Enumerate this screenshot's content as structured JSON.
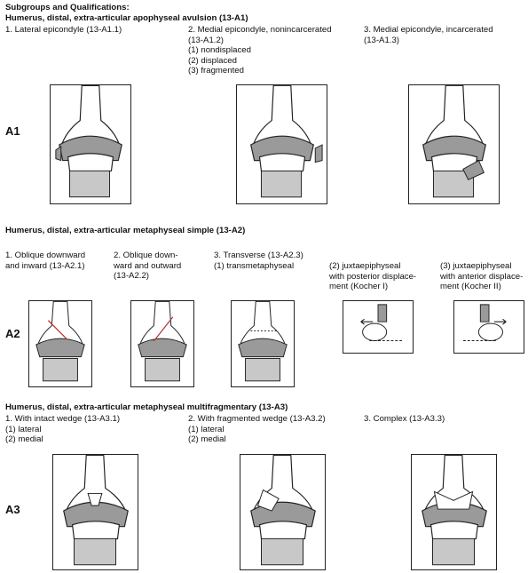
{
  "header": {
    "title": "Subgroups and Qualifications:",
    "a1_heading": "Humerus, distal, extra-articular apophyseal avulsion (13-A1)"
  },
  "a1": {
    "row_label": "A1",
    "items": [
      {
        "lines": [
          "1. Lateral epicondyle (13-A1.1)"
        ]
      },
      {
        "lines": [
          "2. Medial epicondyle, nonincarcerated",
          "(13-A1.2)",
          "(1) nondisplaced",
          "(2) displaced",
          "(3) fragmented"
        ]
      },
      {
        "lines": [
          "3. Medial epicondyle, incarcerated",
          "(13-A1.3)"
        ]
      }
    ]
  },
  "a2": {
    "heading": "Humerus, distal, extra-articular metaphyseal simple (13-A2)",
    "row_label": "A2",
    "items": [
      {
        "lines": [
          "1. Oblique downward",
          "and inward (13-A2.1)"
        ]
      },
      {
        "lines": [
          "2. Oblique down-",
          "ward and outward",
          "(13-A2.2)"
        ]
      },
      {
        "lines": [
          "3. Transverse (13-A2.3)",
          "(1) transmetaphyseal"
        ]
      },
      {
        "lines": [
          "(2) juxtaepiphyseal",
          "with posterior displace-",
          "ment (Kocher I)"
        ]
      },
      {
        "lines": [
          "(3) juxtaepiphyseal",
          "with anterior displace-",
          "ment (Kocher II)"
        ]
      }
    ]
  },
  "a3": {
    "heading": "Humerus, distal, extra-articular metaphyseal multifragmentary (13-A3)",
    "row_label": "A3",
    "items": [
      {
        "lines": [
          "1. With intact wedge (13-A3.1)",
          "(1) lateral",
          "(2) medial"
        ]
      },
      {
        "lines": [
          "2. With fragmented wedge (13-A3.2)",
          "(1) lateral",
          "(2) medial"
        ]
      },
      {
        "lines": [
          "3. Complex (13-A3.3)"
        ]
      }
    ]
  },
  "colors": {
    "bone_gray": "#9a9a9a",
    "line": "#222222",
    "fracture": "#b33a3a"
  }
}
